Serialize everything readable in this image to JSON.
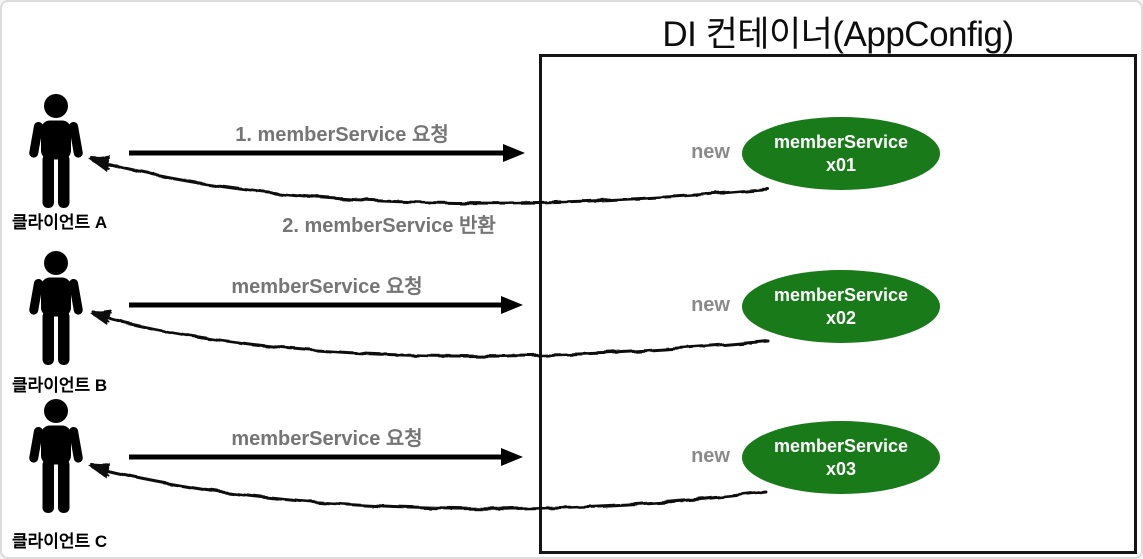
{
  "container": {
    "title": "DI 컨테이너(AppConfig)"
  },
  "colors": {
    "instance_fill": "#187a18",
    "label_gray": "#757575",
    "new_gray": "#8a8a8a",
    "arrow_black": "#000000",
    "container_border": "#141414",
    "outer_border": "#dcdcdc"
  },
  "clients": [
    {
      "name": "클라이언트 A",
      "request_label": "1. memberService 요청",
      "return_label": "2. memberService 반환",
      "new_label": "new",
      "instance_line1": "memberService",
      "instance_line2": "x01"
    },
    {
      "name": "클라이언트 B",
      "request_label": "memberService 요청",
      "new_label": "new",
      "instance_line1": "memberService",
      "instance_line2": "x02"
    },
    {
      "name": "클라이언트 C",
      "request_label": "memberService 요청",
      "new_label": "new",
      "instance_line1": "memberService",
      "instance_line2": "x03"
    }
  ]
}
